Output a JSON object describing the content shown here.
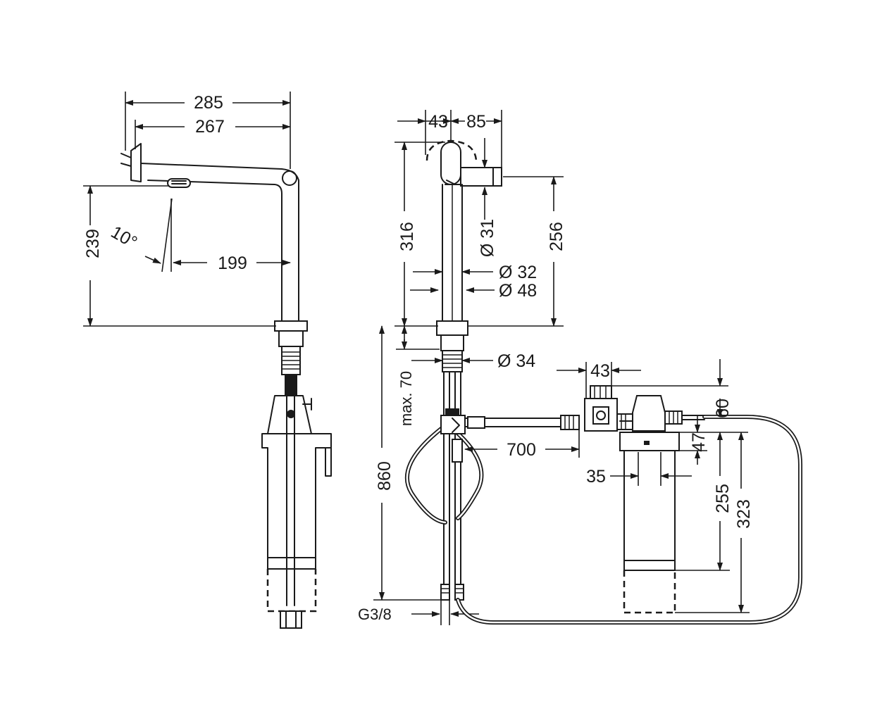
{
  "dimensions": {
    "side_width_285": "285",
    "side_width_267": "267",
    "side_height_239": "239",
    "side_angle": "10°",
    "side_reach_199": "199",
    "front_43_top": "43",
    "front_85": "85",
    "front_316": "316",
    "front_256": "256",
    "front_d31": "Ø 31",
    "front_d32": "Ø 32",
    "front_d48": "Ø 48",
    "front_d34": "Ø 34",
    "front_max70": "max. 70",
    "front_860": "860",
    "front_g38": "G3/8",
    "filter_43": "43",
    "filter_700": "700",
    "filter_60": "60",
    "filter_47": "47",
    "filter_35": "35",
    "filter_255": "255",
    "filter_323": "323"
  }
}
